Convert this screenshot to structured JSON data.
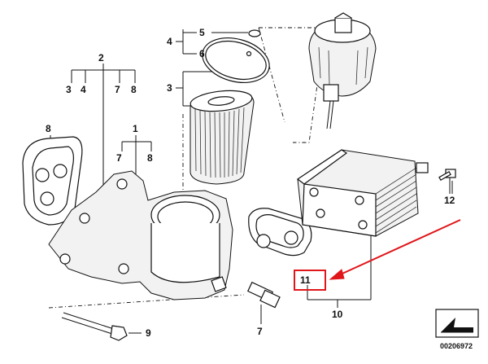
{
  "labels": {
    "l1": "1",
    "l2": "2",
    "l3a": "3",
    "l3b": "3",
    "l4a": "4",
    "l4b": "4",
    "l5": "5",
    "l6": "6",
    "l7a": "7",
    "l7b": "7",
    "l7c": "7",
    "l8a": "8",
    "l8b": "8",
    "l8c": "8",
    "l9": "9",
    "l10": "10",
    "l11": "11",
    "l12": "12"
  },
  "doc_number": "00206972",
  "colors": {
    "highlight": "#e0161b",
    "ink": "#111111"
  },
  "icons": {
    "corner": "arrow-direction-icon"
  }
}
